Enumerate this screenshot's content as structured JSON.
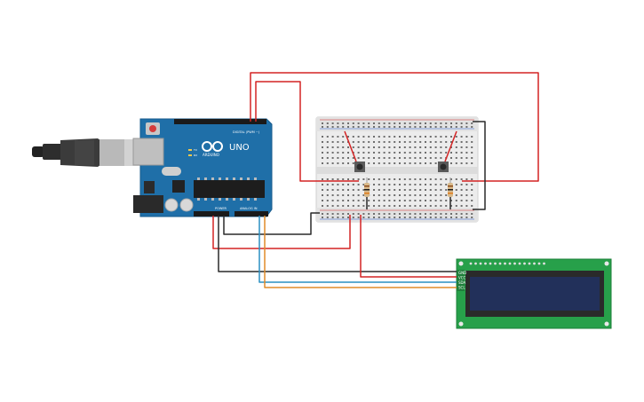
{
  "arduino": {
    "model_label": "UNO",
    "brand_label": "ARDUINO",
    "digital_header_label": "DIGITAL (PWM ~)",
    "power_header_label": "POWER",
    "analog_header_label": "ANALOG IN",
    "led_labels": [
      "TX",
      "RX"
    ],
    "board_color": "#1f6fa8"
  },
  "lcd": {
    "pin_labels": [
      "GND",
      "VCC",
      "SDA",
      "SCL"
    ],
    "pcb_color": "#27a04a",
    "screen_color": "#22305a"
  },
  "wire_colors": {
    "power": "#d42323",
    "ground": "#2a2a2a",
    "sda": "#2a8fc2",
    "scl": "#e08b2a"
  }
}
